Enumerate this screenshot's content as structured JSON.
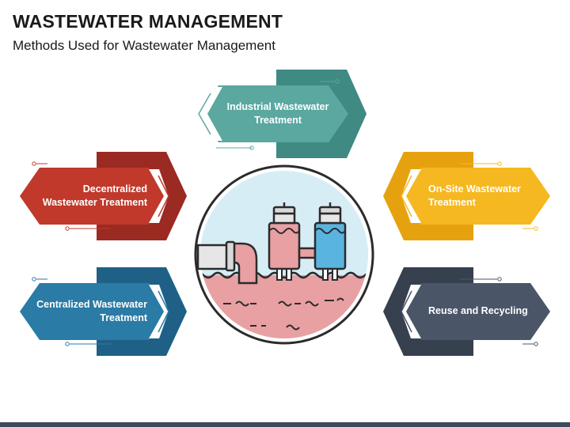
{
  "slide": {
    "title": "WASTEWATER MANAGEMENT",
    "subtitle": "Methods Used for Wastewater Management"
  },
  "methods": [
    {
      "label": "Industrial Wastewater Treatment",
      "color_front": "#5aa8a0",
      "color_back": "#3f8a83"
    },
    {
      "label": "Decentralized Wastewater Treatment",
      "color_front": "#c0392b",
      "color_back": "#9b2a22"
    },
    {
      "label": "Centralized Wastewater Treatment",
      "color_front": "#2a7ba6",
      "color_back": "#1f6086"
    },
    {
      "label": "On-Site Wastewater Treatment",
      "color_front": "#f6b820",
      "color_back": "#e6a20e"
    },
    {
      "label": "Reuse and Recycling",
      "color_front": "#4a5568",
      "color_back": "#37404f"
    }
  ],
  "center_illustration": {
    "icon": "wastewater-pipe-and-tanks-icon"
  }
}
